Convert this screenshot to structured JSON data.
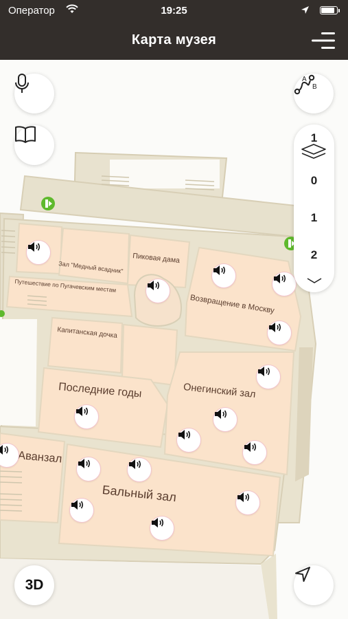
{
  "status_bar": {
    "carrier": "Оператор",
    "time": "19:25",
    "battery_level": 0.9
  },
  "nav": {
    "title": "Карта музея",
    "menu_icon": "menu-icon"
  },
  "controls": {
    "mic_icon": "microphone-icon",
    "book_icon": "book-icon",
    "route_icon": "route-a-b-icon",
    "view3d_label": "3D",
    "locate_icon": "location-arrow-icon"
  },
  "floor_selector": {
    "current": "1",
    "floors": [
      "0",
      "1",
      "2"
    ]
  },
  "rooms": {
    "medny": "Зал \"Медный всадник\"",
    "pikovaya": "Пиковая дама",
    "pugachev": "Путешествие по Пугачевским местам",
    "vozvrashchenie": "Возвращение в Москву",
    "kapitanskaya": "Капитанская дочка",
    "poslednie": "Последние годы",
    "onegin": "Онегинский зал",
    "avanzal": "Аванзал",
    "balny": "Бальный зал"
  },
  "colors": {
    "header_bg": "#332e2b",
    "room_fill": "#fbe3cb",
    "wall": "#d8d0b8",
    "exit_green": "#5fb92d",
    "audio_border": "#f2c4cc"
  }
}
